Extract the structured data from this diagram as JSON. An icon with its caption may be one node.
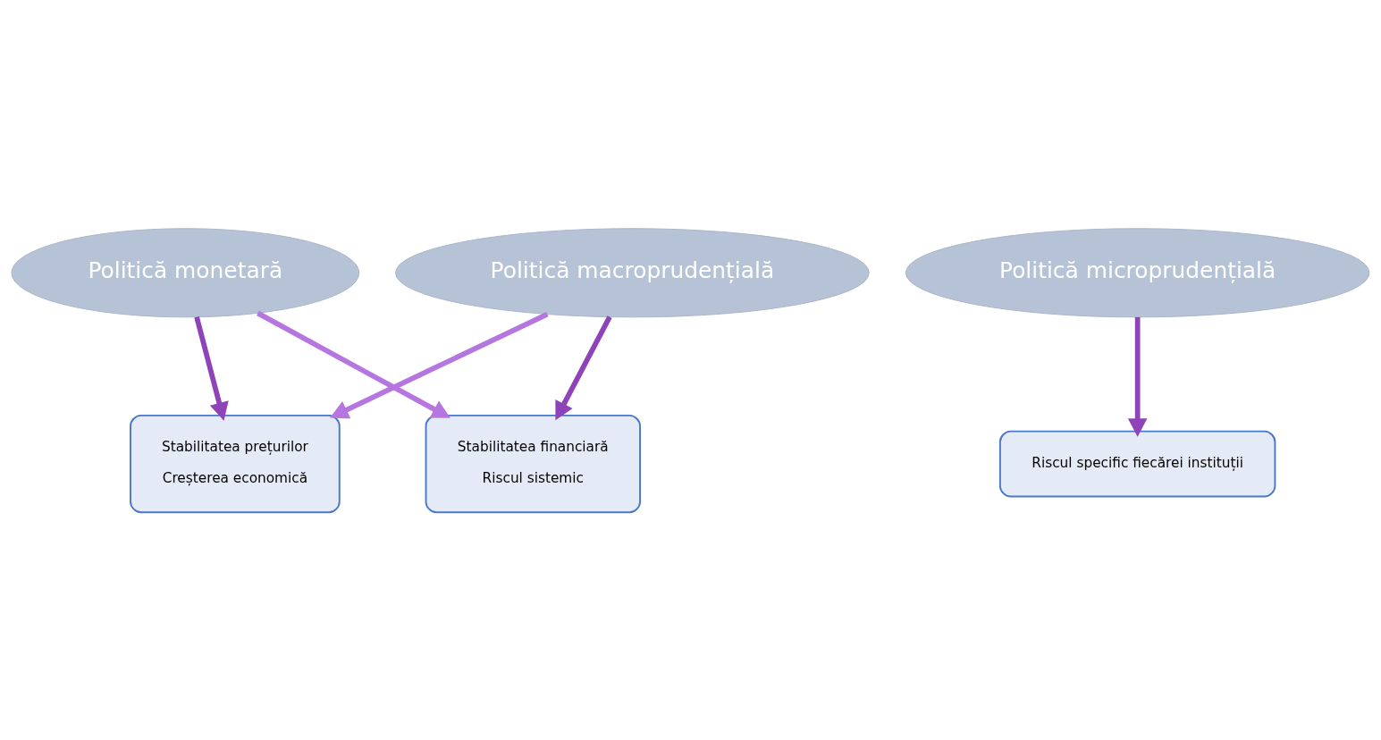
{
  "diagram": {
    "nodes": [
      {
        "text": [
          "Politică monetară"
        ]
      },
      {
        "text": [
          "Politică macroprudențială"
        ]
      },
      {
        "text": [
          "Politică microprudențială"
        ]
      },
      {
        "text": [
          "Stabilitatea prețurilor",
          "Creșterea economică"
        ]
      },
      {
        "text": [
          "Stabilitatea financiară",
          "Riscul sistemic"
        ]
      },
      {
        "text": [
          "Riscul specific fiecărei instituții"
        ]
      }
    ],
    "edges": [
      {
        "from": 0,
        "to": 3,
        "arrow": "to"
      },
      {
        "from": 0,
        "to": 4,
        "arrow": "to",
        "color": "#b676e0"
      },
      {
        "from": 1,
        "to": 3,
        "arrow": "to",
        "color": "#b676e0"
      },
      {
        "from": 1,
        "to": 4,
        "arrow": "to"
      },
      {
        "from": 2,
        "to": 5,
        "arrow": "to"
      }
    ]
  }
}
